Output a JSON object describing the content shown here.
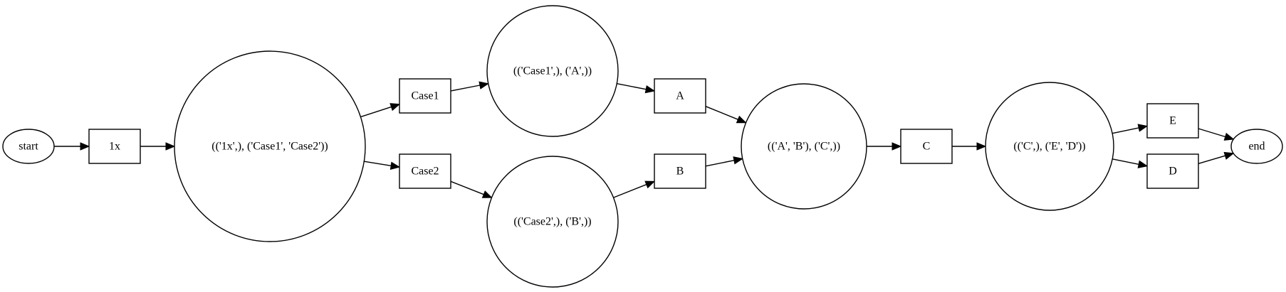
{
  "nodes": {
    "start": {
      "label": "start",
      "shape": "ellipse"
    },
    "n1x": {
      "label": "1x",
      "shape": "box"
    },
    "p1": {
      "label": "(('1x',), ('Case1', 'Case2'))",
      "shape": "circle"
    },
    "case1": {
      "label": "Case1",
      "shape": "box"
    },
    "case2": {
      "label": "Case2",
      "shape": "box"
    },
    "p2": {
      "label": "(('Case1',), ('A',))",
      "shape": "circle"
    },
    "p3": {
      "label": "(('Case2',), ('B',))",
      "shape": "circle"
    },
    "a": {
      "label": "A",
      "shape": "box"
    },
    "b": {
      "label": "B",
      "shape": "box"
    },
    "p4": {
      "label": "(('A', 'B'), ('C',))",
      "shape": "circle"
    },
    "c": {
      "label": "C",
      "shape": "box"
    },
    "p5": {
      "label": "(('C',), ('E', 'D'))",
      "shape": "circle"
    },
    "e": {
      "label": "E",
      "shape": "box"
    },
    "d": {
      "label": "D",
      "shape": "box"
    },
    "end": {
      "label": "end",
      "shape": "ellipse"
    }
  },
  "edges": [
    {
      "from": "start",
      "to": "n1x"
    },
    {
      "from": "n1x",
      "to": "p1"
    },
    {
      "from": "p1",
      "to": "case1"
    },
    {
      "from": "p1",
      "to": "case2"
    },
    {
      "from": "case1",
      "to": "p2"
    },
    {
      "from": "case2",
      "to": "p3"
    },
    {
      "from": "p2",
      "to": "a"
    },
    {
      "from": "p3",
      "to": "b"
    },
    {
      "from": "a",
      "to": "p4"
    },
    {
      "from": "b",
      "to": "p4"
    },
    {
      "from": "p4",
      "to": "c"
    },
    {
      "from": "c",
      "to": "p5"
    },
    {
      "from": "p5",
      "to": "e"
    },
    {
      "from": "p5",
      "to": "d"
    },
    {
      "from": "e",
      "to": "end"
    },
    {
      "from": "d",
      "to": "end"
    }
  ]
}
